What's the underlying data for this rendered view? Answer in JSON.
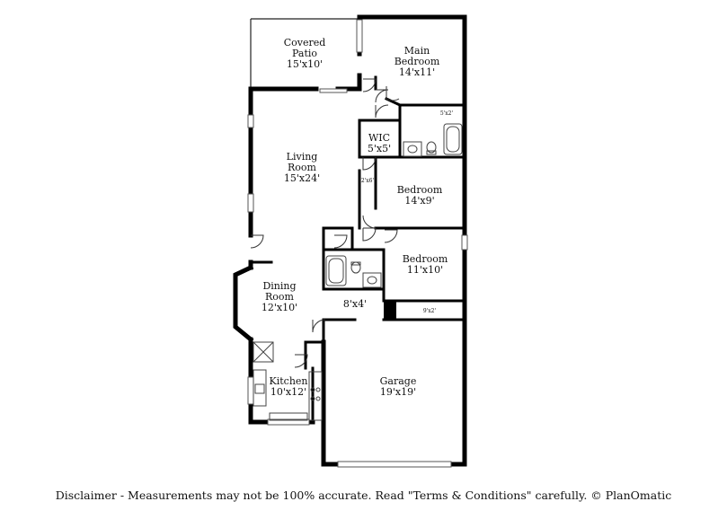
{
  "rooms": {
    "covered_patio": {
      "name_line1": "Covered",
      "name_line2": "Patio",
      "size": "15'x10'"
    },
    "main_bedroom": {
      "name_line1": "Main",
      "name_line2": "Bedroom",
      "size": "14'x11'"
    },
    "closet_5x2": {
      "size": "5'x2'"
    },
    "wic": {
      "name": "WIC",
      "size": "5'x5'"
    },
    "living_room": {
      "name_line1": "Living",
      "name_line2": "Room",
      "size": "15'x24'"
    },
    "closet_2x6": {
      "size": "2'x6'"
    },
    "bedroom_2": {
      "name": "Bedroom",
      "size": "14'x9'"
    },
    "bedroom_3": {
      "name": "Bedroom",
      "size": "11'x10'"
    },
    "dining_room": {
      "name_line1": "Dining",
      "name_line2": "Room",
      "size": "12'x10'"
    },
    "hall_8x4": {
      "size": "8'x4'"
    },
    "closet_9x2": {
      "size": "9'x2'"
    },
    "kitchen": {
      "name": "Kitchen",
      "size": "10'x12'"
    },
    "garage": {
      "name": "Garage",
      "size": "19'x19'"
    }
  },
  "disclaimer": "Disclaimer - Measurements may not be 100% accurate. Read \"Terms & Conditions\" carefully. © PlanOmatic"
}
